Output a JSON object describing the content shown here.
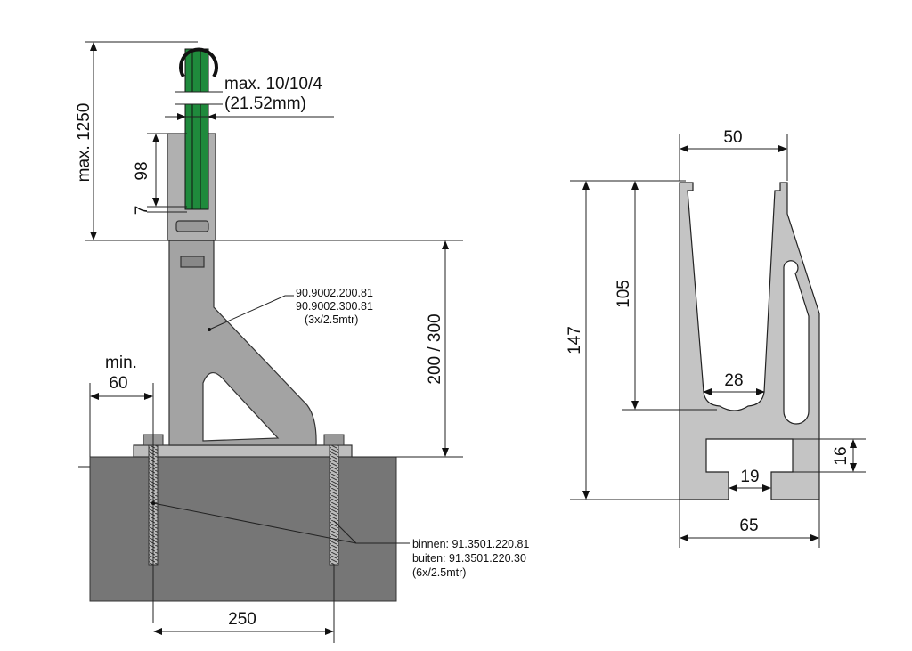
{
  "left_view": {
    "glass_spec_line1": "max. 10/10/4",
    "glass_spec_line2": "(21.52mm)",
    "dim_total_height": "max. 1250",
    "dim_clamp_depth": "98",
    "dim_gap": "7",
    "dim_post_height": "200 / 300",
    "dim_edge_label1": "min.",
    "dim_edge_label2": "60",
    "dim_anchor_spacing": "250",
    "post_ref": [
      "90.9002.200.81",
      "90.9002.300.81",
      "(3x/2.5mtr)"
    ],
    "anchor_ref": [
      "binnen: 91.3501.220.81",
      "buiten: 91.3501.220.30",
      "(6x/2.5mtr)"
    ]
  },
  "profile_view": {
    "dim_top_width": "50",
    "dim_total_height": "147",
    "dim_channel_depth": "105",
    "dim_channel_width": "28",
    "dim_slot_height": "16",
    "dim_slot_opening": "19",
    "dim_base_width": "65"
  },
  "colors": {
    "glass": "#1f8a3c",
    "metal": "#a3a3a3",
    "concrete": "#767676",
    "profile": "#c4c4c4"
  }
}
